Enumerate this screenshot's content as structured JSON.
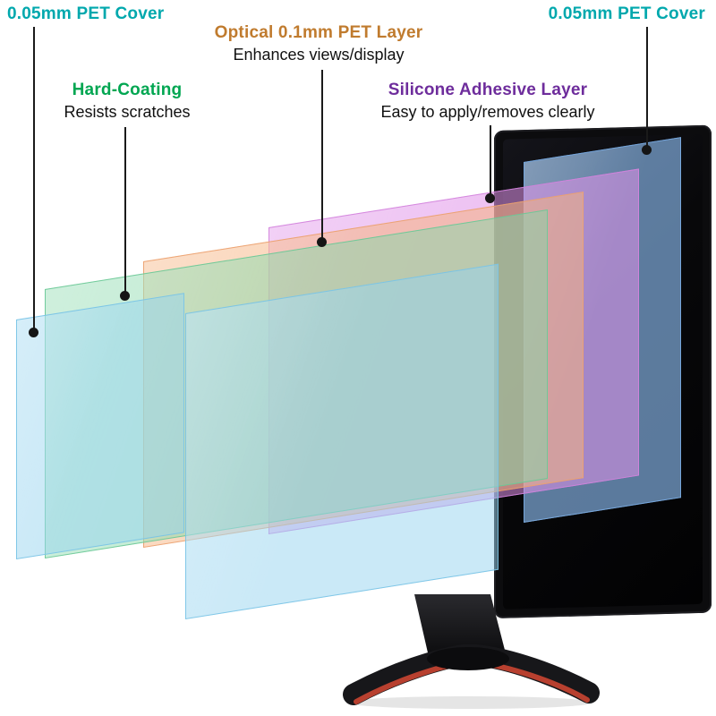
{
  "page": {
    "background": "#ffffff"
  },
  "annotations": {
    "pet_cover_left": {
      "label": "0.05mm PET Cover",
      "color": "#00a8ad"
    },
    "hard_coating": {
      "label": "Hard-Coating",
      "subtitle": "Resists scratches",
      "color": "#00a651"
    },
    "optical_layer": {
      "label": "Optical 0.1mm  PET Layer",
      "subtitle": "Enhances views/display",
      "color": "#c07b2e"
    },
    "silicone_layer": {
      "label": "Silicone Adhesive Layer",
      "subtitle": "Easy to apply/removes clearly",
      "color": "#6e2d9c"
    },
    "pet_cover_right": {
      "label": "0.05mm PET Cover",
      "color": "#00a8ad"
    },
    "subtitle_color": "#111111",
    "pointer_color": "#1a1a1a"
  },
  "layers": [
    {
      "name": "assembled-protector-sheet",
      "color": "rgba(150,212,240,0.5)"
    },
    {
      "name": "pet-cover-front-sheet",
      "color": "rgba(150,212,240,0.5)"
    },
    {
      "name": "hard-coating-sheet",
      "color": "rgba(132,216,168,0.5)"
    },
    {
      "name": "optical-pet-sheet",
      "color": "rgba(246,178,128,0.55)"
    },
    {
      "name": "silicone-adhesive-sheet",
      "color": "rgba(224,146,234,0.55)"
    },
    {
      "name": "pet-cover-back-sheet",
      "color": "rgba(138,186,238,0.65)"
    }
  ],
  "monitor": {
    "name": "desktop-monitor",
    "bezel_color": "#0c0c0e",
    "screen_color": "#050507",
    "stand_color": "#17171a",
    "stand_accent_color": "#b8402f"
  }
}
